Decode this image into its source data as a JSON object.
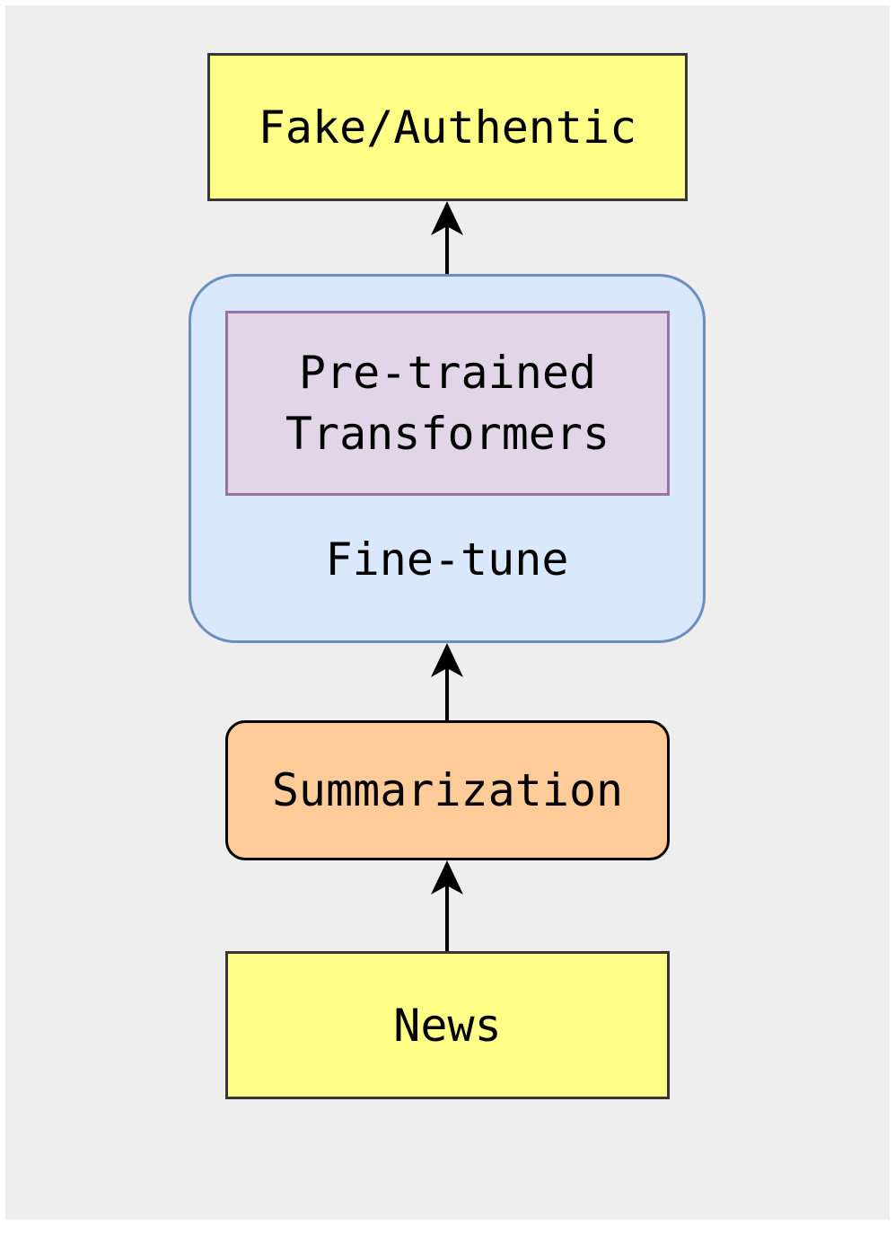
{
  "diagram": {
    "output_label": "Fake/Authentic",
    "model_label_line1": "Pre-trained",
    "model_label_line2": "Transformers",
    "finetune_label": "Fine-tune",
    "summarization_label": "Summarization",
    "input_label": "News"
  },
  "colors": {
    "background": "#eeeeee",
    "yellow_fill": "#ffff88",
    "finetune_fill": "#dae8fc",
    "finetune_stroke": "#6c8ebf",
    "transformer_fill": "#e1d5e7",
    "transformer_stroke": "#9673a6",
    "summarization_fill": "#ffcc99",
    "arrow": "#000000"
  }
}
